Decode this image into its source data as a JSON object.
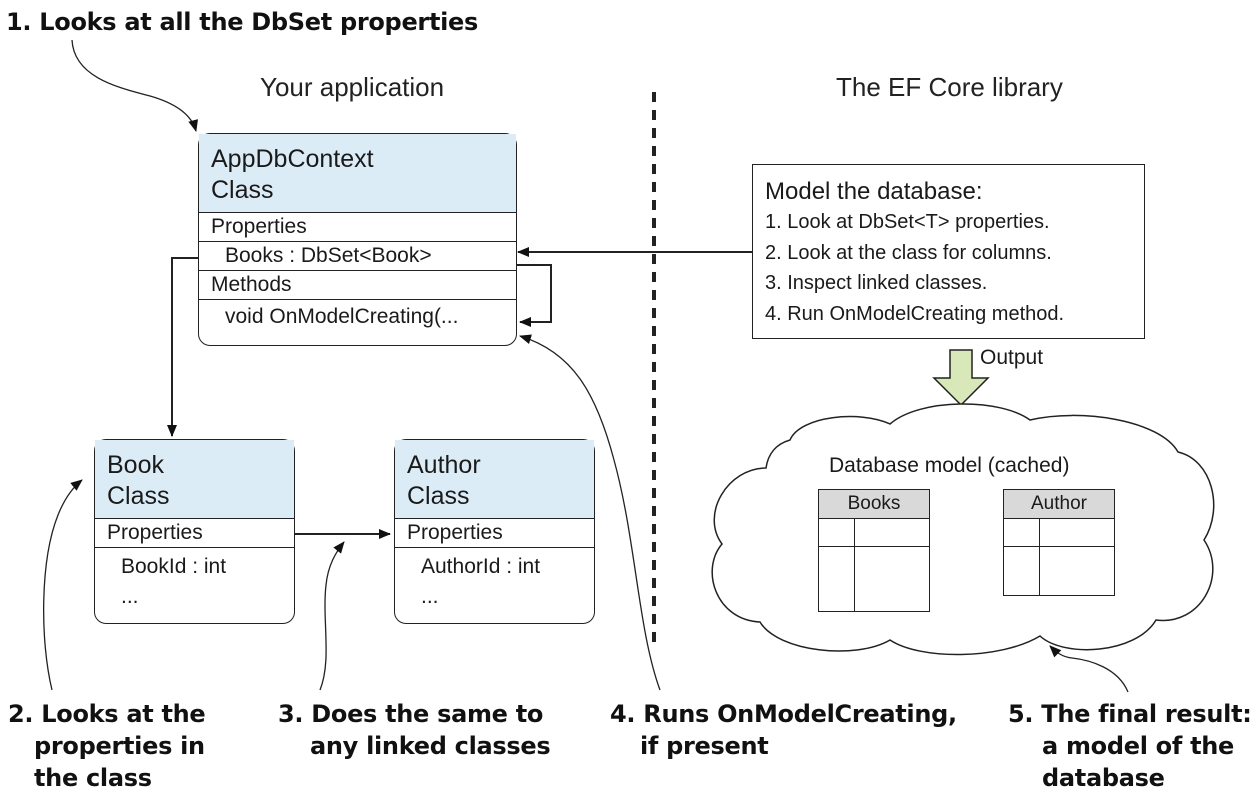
{
  "callouts": {
    "c1": "1. Looks at all the DbSet properties",
    "c2": [
      "2. Looks at the",
      "properties in",
      "the class"
    ],
    "c3": [
      "3. Does the same to",
      "any linked classes"
    ],
    "c4": [
      "4. Runs OnModelCreating,",
      "if present"
    ],
    "c5": [
      "5. The final result:",
      "a model of the",
      "database"
    ]
  },
  "sections": {
    "left": "Your application",
    "right": "The EF Core library"
  },
  "appdbcontext": {
    "title_line1": "AppDbContext",
    "title_line2": "Class",
    "properties_label": "Properties",
    "property": "Books : DbSet<Book>",
    "methods_label": "Methods",
    "method": "void OnModelCreating(..."
  },
  "book": {
    "title_line1": "Book",
    "title_line2": "Class",
    "properties_label": "Properties",
    "property": "BookId : int",
    "more": "..."
  },
  "author": {
    "title_line1": "Author",
    "title_line2": "Class",
    "properties_label": "Properties",
    "property": "AuthorId : int",
    "more": "..."
  },
  "model": {
    "title": "Model the database:",
    "steps": [
      "1. Look at DbSet<T> properties.",
      "2. Look at the class for columns.",
      "3. Inspect linked classes.",
      "4. Run OnModelCreating method."
    ]
  },
  "output": {
    "label": "Output"
  },
  "database_model": {
    "title": "Database model (cached)",
    "tables": [
      "Books",
      "Author"
    ]
  },
  "colors": {
    "class_header": "#dcecf7",
    "output_arrow_fill": "#d8e8b8",
    "table_header": "#d9d9d9"
  }
}
